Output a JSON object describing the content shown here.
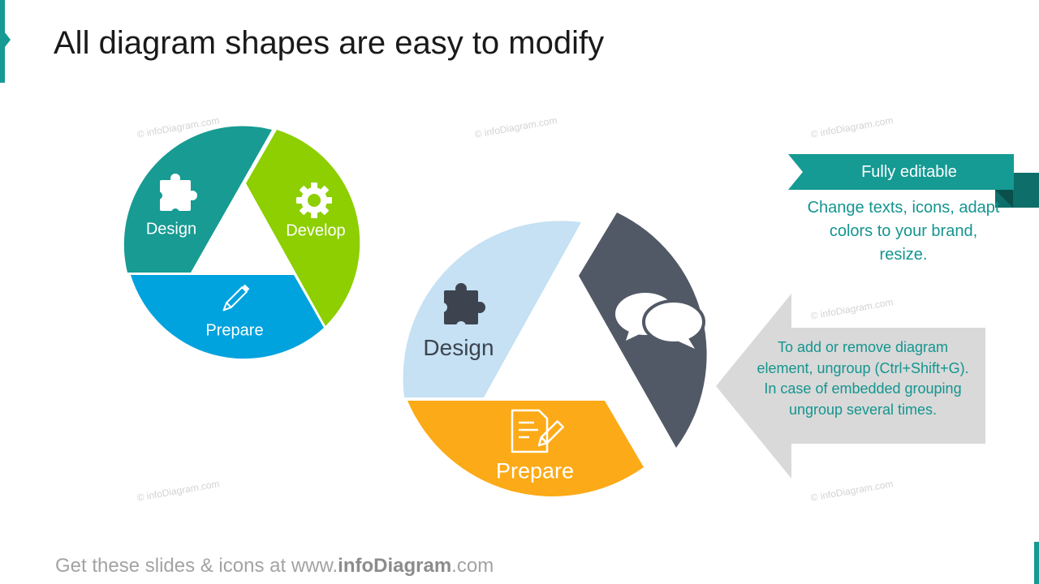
{
  "title": "All diagram shapes are easy to modify",
  "watermark": "© infoDiagram.com",
  "diagram_small": {
    "segments": [
      {
        "label": "Design",
        "icon": "puzzle-icon",
        "color": "#179b93"
      },
      {
        "label": "Develop",
        "icon": "gear-icon",
        "color": "#8dcf00"
      },
      {
        "label": "Prepare",
        "icon": "pencil-icon",
        "color": "#00a3de"
      }
    ]
  },
  "diagram_large": {
    "segments": [
      {
        "label": "Design",
        "icon": "puzzle-icon",
        "color": "#c5e1f3"
      },
      {
        "label": "",
        "icon": "speech-bubbles-icon",
        "color": "#525966"
      },
      {
        "label": "Prepare",
        "icon": "document-edit-icon",
        "color": "#fcaa17"
      }
    ]
  },
  "callout_editable": {
    "heading": "Fully editable",
    "text": "Change texts, icons, adapt colors to your brand, resize."
  },
  "callout_ungroup": {
    "text": "To add or remove diagram element, ungroup (Ctrl+Shift+G). In case of embedded grouping ungroup several times."
  },
  "footer": {
    "prefix": "Get these slides & icons at www.",
    "brand": "infoDiagram",
    "suffix": ".com"
  },
  "colors": {
    "teal": "#159a94",
    "dark_teal": "#0e6e6a",
    "gray_arrow": "#d9d9d9"
  }
}
